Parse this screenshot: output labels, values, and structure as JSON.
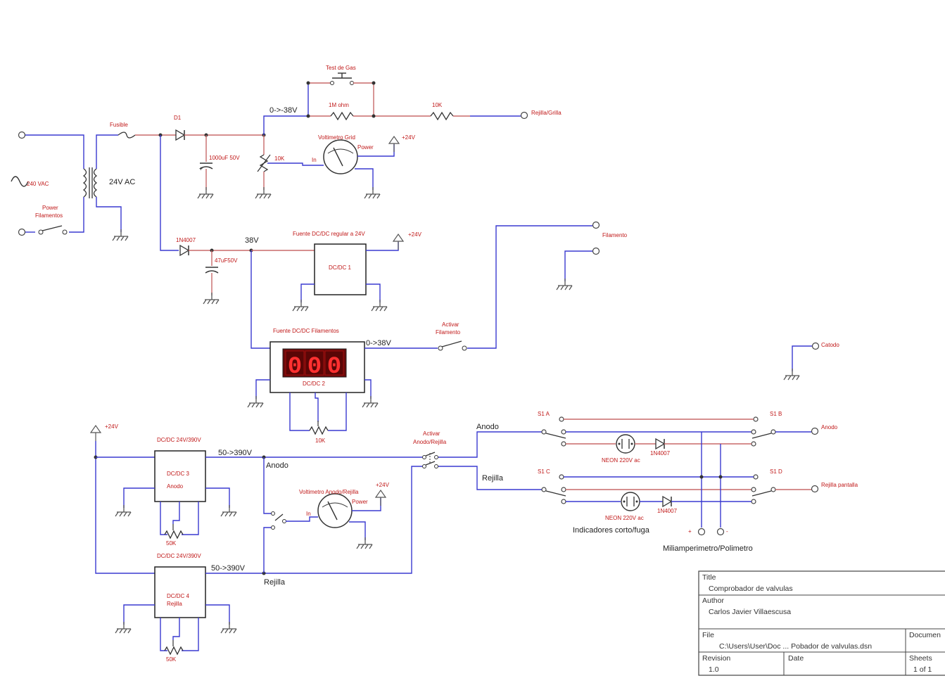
{
  "ac_input": {
    "voltage": "240 VAC",
    "transformer_label": "24V AC",
    "power_switch": [
      "Power",
      "Filamentos"
    ],
    "fuse": "Fusible",
    "diode1": "D1"
  },
  "grid_section": {
    "test_gas": "Test de Gas",
    "resistor_1m": "1M ohm",
    "resistor_10k_out": "10K",
    "output": "Rejilla/Grilla",
    "range": "0->-38V",
    "capacitor": "1000uF 50V",
    "pot": "10K",
    "voltmeter": "Voltimetro Grid",
    "voltmeter_power": "Power",
    "voltmeter_in": "In",
    "supply": "+24V"
  },
  "reg_section": {
    "diode": "1N4007",
    "capacitor": "47uF50V",
    "rail": "38V",
    "converter_title": "Fuente DC/DC regular a 24V",
    "converter": "DC/DC 1",
    "supply": "+24V"
  },
  "filament_section": {
    "title": "Fuente DC/DC Filamentos",
    "display_digits": [
      "0",
      "0",
      "0"
    ],
    "converter": "DC/DC 2",
    "range": "0->38V",
    "switch": [
      "Activar",
      "Filamento"
    ],
    "pot": "10K",
    "output": "Filamento",
    "cathode": "Catodo"
  },
  "hv_section": {
    "supply": "+24V",
    "conv3_title": "DC/DC 24V/390V",
    "conv3": "DC/DC 3",
    "conv3_sub": "Anodo",
    "range3": "50->390V",
    "anodo": "Anodo",
    "pot3": "50K",
    "conv4_title": "DC/DC 24V/390V",
    "conv4": "DC/DC 4",
    "conv4_sub": "Rejilla",
    "range4": "50->390V",
    "rejilla": "Rejilla",
    "pot4": "50K",
    "voltmeter": "Voltimetro Anodo/Rejilla",
    "voltmeter_power": "Power",
    "voltmeter_in": "In",
    "voltmeter_supply": "+24V",
    "switch": [
      "Activar",
      "Anodo/Rejilla"
    ],
    "anodo_line": "Anodo",
    "rejilla_line": "Rejilla"
  },
  "switch_section": {
    "s1a": "S1 A",
    "s1b": "S1 B",
    "s1c": "S1 C",
    "s1d": "S1 D",
    "neon1": "NEON 220V ac",
    "diode1": "1N4007",
    "neon2": "NEON 220V ac",
    "diode2": "1N4007",
    "out_anodo": "Anodo",
    "out_rejilla": "Rejilla pantalla",
    "indicators": "Indicadores corto/fuga",
    "meter": "Miliamperimetro/Polimetro",
    "plus": "+",
    "minus": "-"
  },
  "title_block": {
    "title_label": "Title",
    "title_value": "Comprobador de valvulas",
    "author_label": "Author",
    "author_value": "Carlos Javier Villaescusa",
    "file_label": "File",
    "file_value": "C:\\Users\\User\\Doc ... Pobador de valvulas.dsn",
    "document_label": "Documen",
    "revision_label": "Revision",
    "revision_value": "1.0",
    "date_label": "Date",
    "sheets_label": "Sheets",
    "sheets_value": "1 of 1"
  },
  "colors": {
    "wire": "#3a3ad0",
    "lead": "#c86a6a",
    "label_red": "#c01818",
    "display_bg": "#6a0a0a",
    "display_digit": "#ff3030"
  }
}
